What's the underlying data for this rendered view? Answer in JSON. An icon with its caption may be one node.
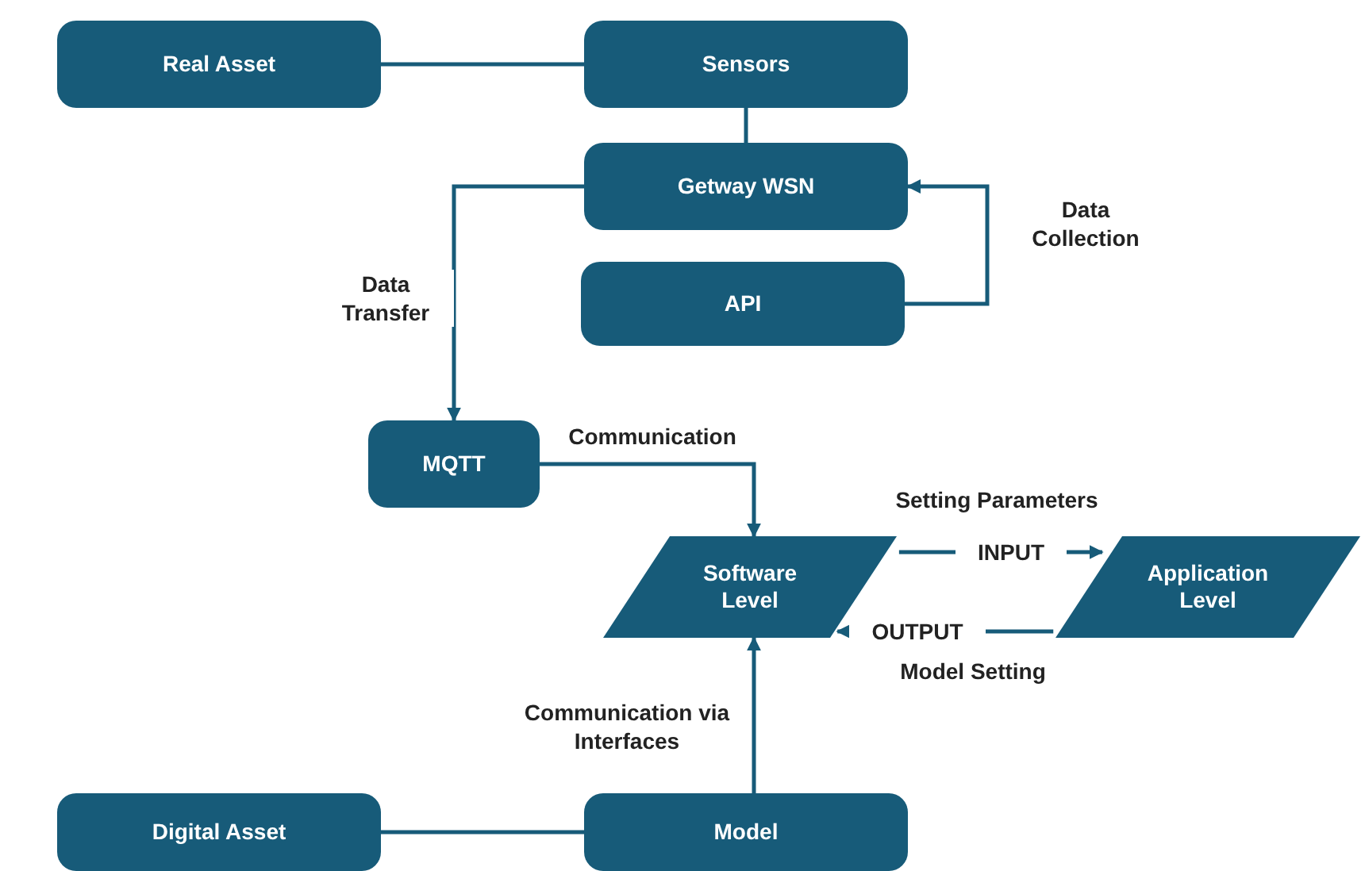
{
  "diagram": {
    "nodes": [
      {
        "text": [
          "Real Asset"
        ]
      },
      {
        "text": [
          "Sensors"
        ]
      },
      {
        "text": [
          "Getway WSN"
        ]
      },
      {
        "text": [
          "API"
        ]
      },
      {
        "text": [
          "MQTT"
        ]
      },
      {
        "text": [
          "Software Level"
        ]
      },
      {
        "text": [
          "Application Level"
        ]
      },
      {
        "text": [
          "Digital Asset"
        ]
      },
      {
        "text": [
          "Model"
        ]
      }
    ],
    "edges": [
      {
        "from": 0,
        "to": 1,
        "arrow": "none"
      },
      {
        "from": 1,
        "to": 2,
        "arrow": "none"
      },
      {
        "from": 3,
        "to": 2,
        "arrow": "to",
        "label": "Data Collection"
      },
      {
        "from": 2,
        "to": 4,
        "arrow": "to",
        "label": "Data Transfer"
      },
      {
        "from": 4,
        "to": 5,
        "arrow": "to",
        "label": "Communication"
      },
      {
        "from": 5,
        "to": 6,
        "arrow": "to",
        "label": "INPUT"
      },
      {
        "from": 6,
        "to": 5,
        "arrow": "to",
        "label": "OUTPUT"
      },
      {
        "from": 8,
        "to": 5,
        "arrow": "to",
        "label": "Communication via Interfaces"
      },
      {
        "from": 7,
        "to": 8,
        "arrow": "none"
      }
    ],
    "labels": [
      "Setting Parameters",
      "Model Setting"
    ]
  }
}
